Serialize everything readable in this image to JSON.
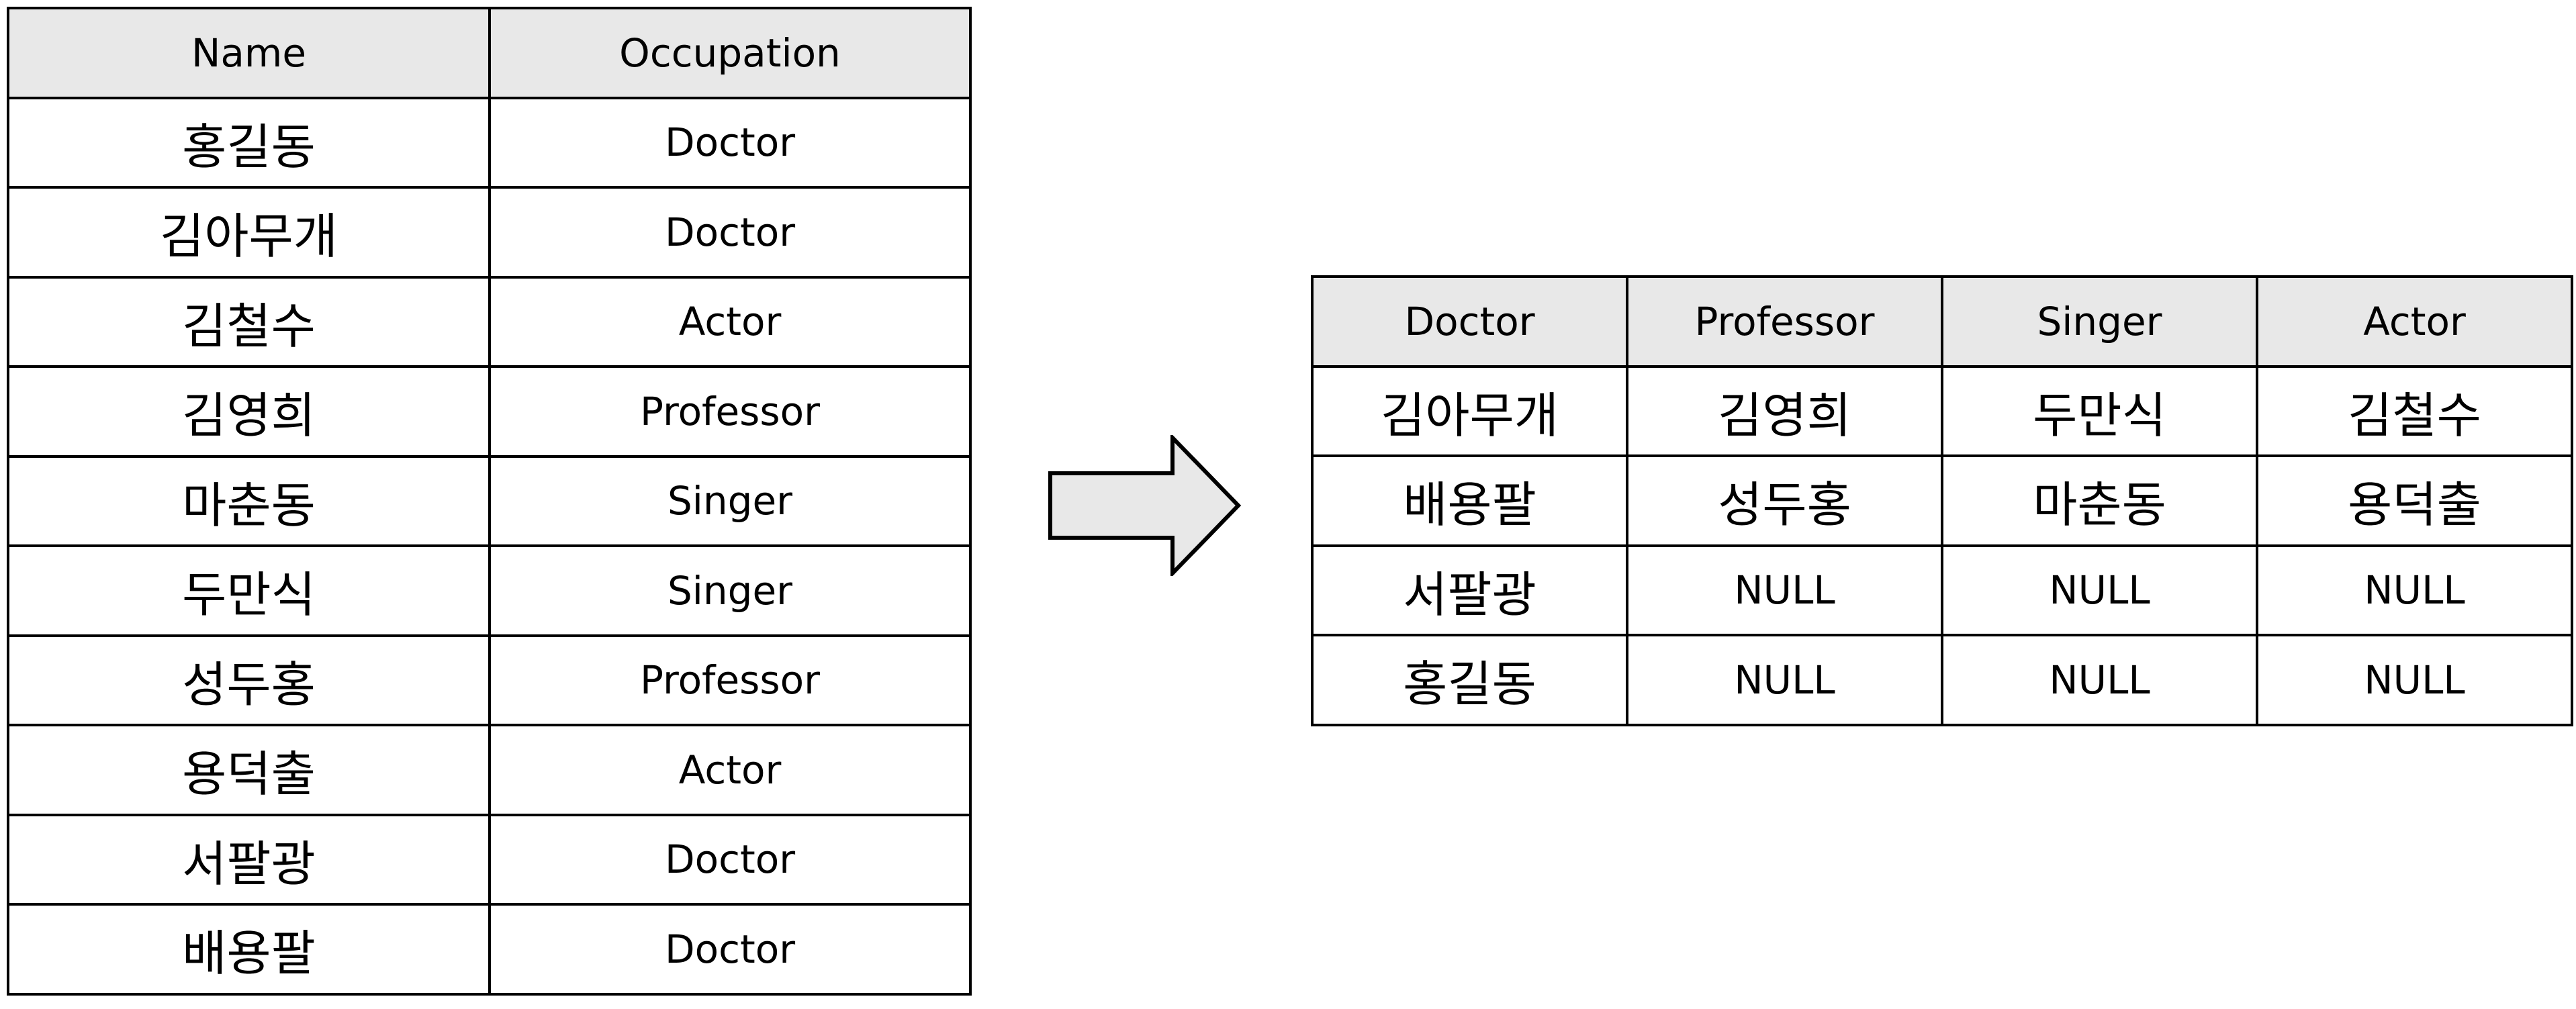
{
  "source_table": {
    "headers": [
      "Name",
      "Occupation"
    ],
    "rows": [
      [
        "홍길동",
        "Doctor"
      ],
      [
        "김아무개",
        "Doctor"
      ],
      [
        "김철수",
        "Actor"
      ],
      [
        "김영희",
        "Professor"
      ],
      [
        "마춘동",
        "Singer"
      ],
      [
        "두만식",
        "Singer"
      ],
      [
        "성두홍",
        "Professor"
      ],
      [
        "용덕출",
        "Actor"
      ],
      [
        "서팔광",
        "Doctor"
      ],
      [
        "배용팔",
        "Doctor"
      ]
    ]
  },
  "result_table": {
    "headers": [
      "Doctor",
      "Professor",
      "Singer",
      "Actor"
    ],
    "rows": [
      [
        "김아무개",
        "김영희",
        "두만식",
        "김철수"
      ],
      [
        "배용팔",
        "성두홍",
        "마춘동",
        "용덕출"
      ],
      [
        "서팔광",
        "NULL",
        "NULL",
        "NULL"
      ],
      [
        "홍길동",
        "NULL",
        "NULL",
        "NULL"
      ]
    ]
  },
  "colors": {
    "header_fill": "#e8e8e8",
    "arrow_fill": "#e8e8e8",
    "border": "#000000"
  }
}
